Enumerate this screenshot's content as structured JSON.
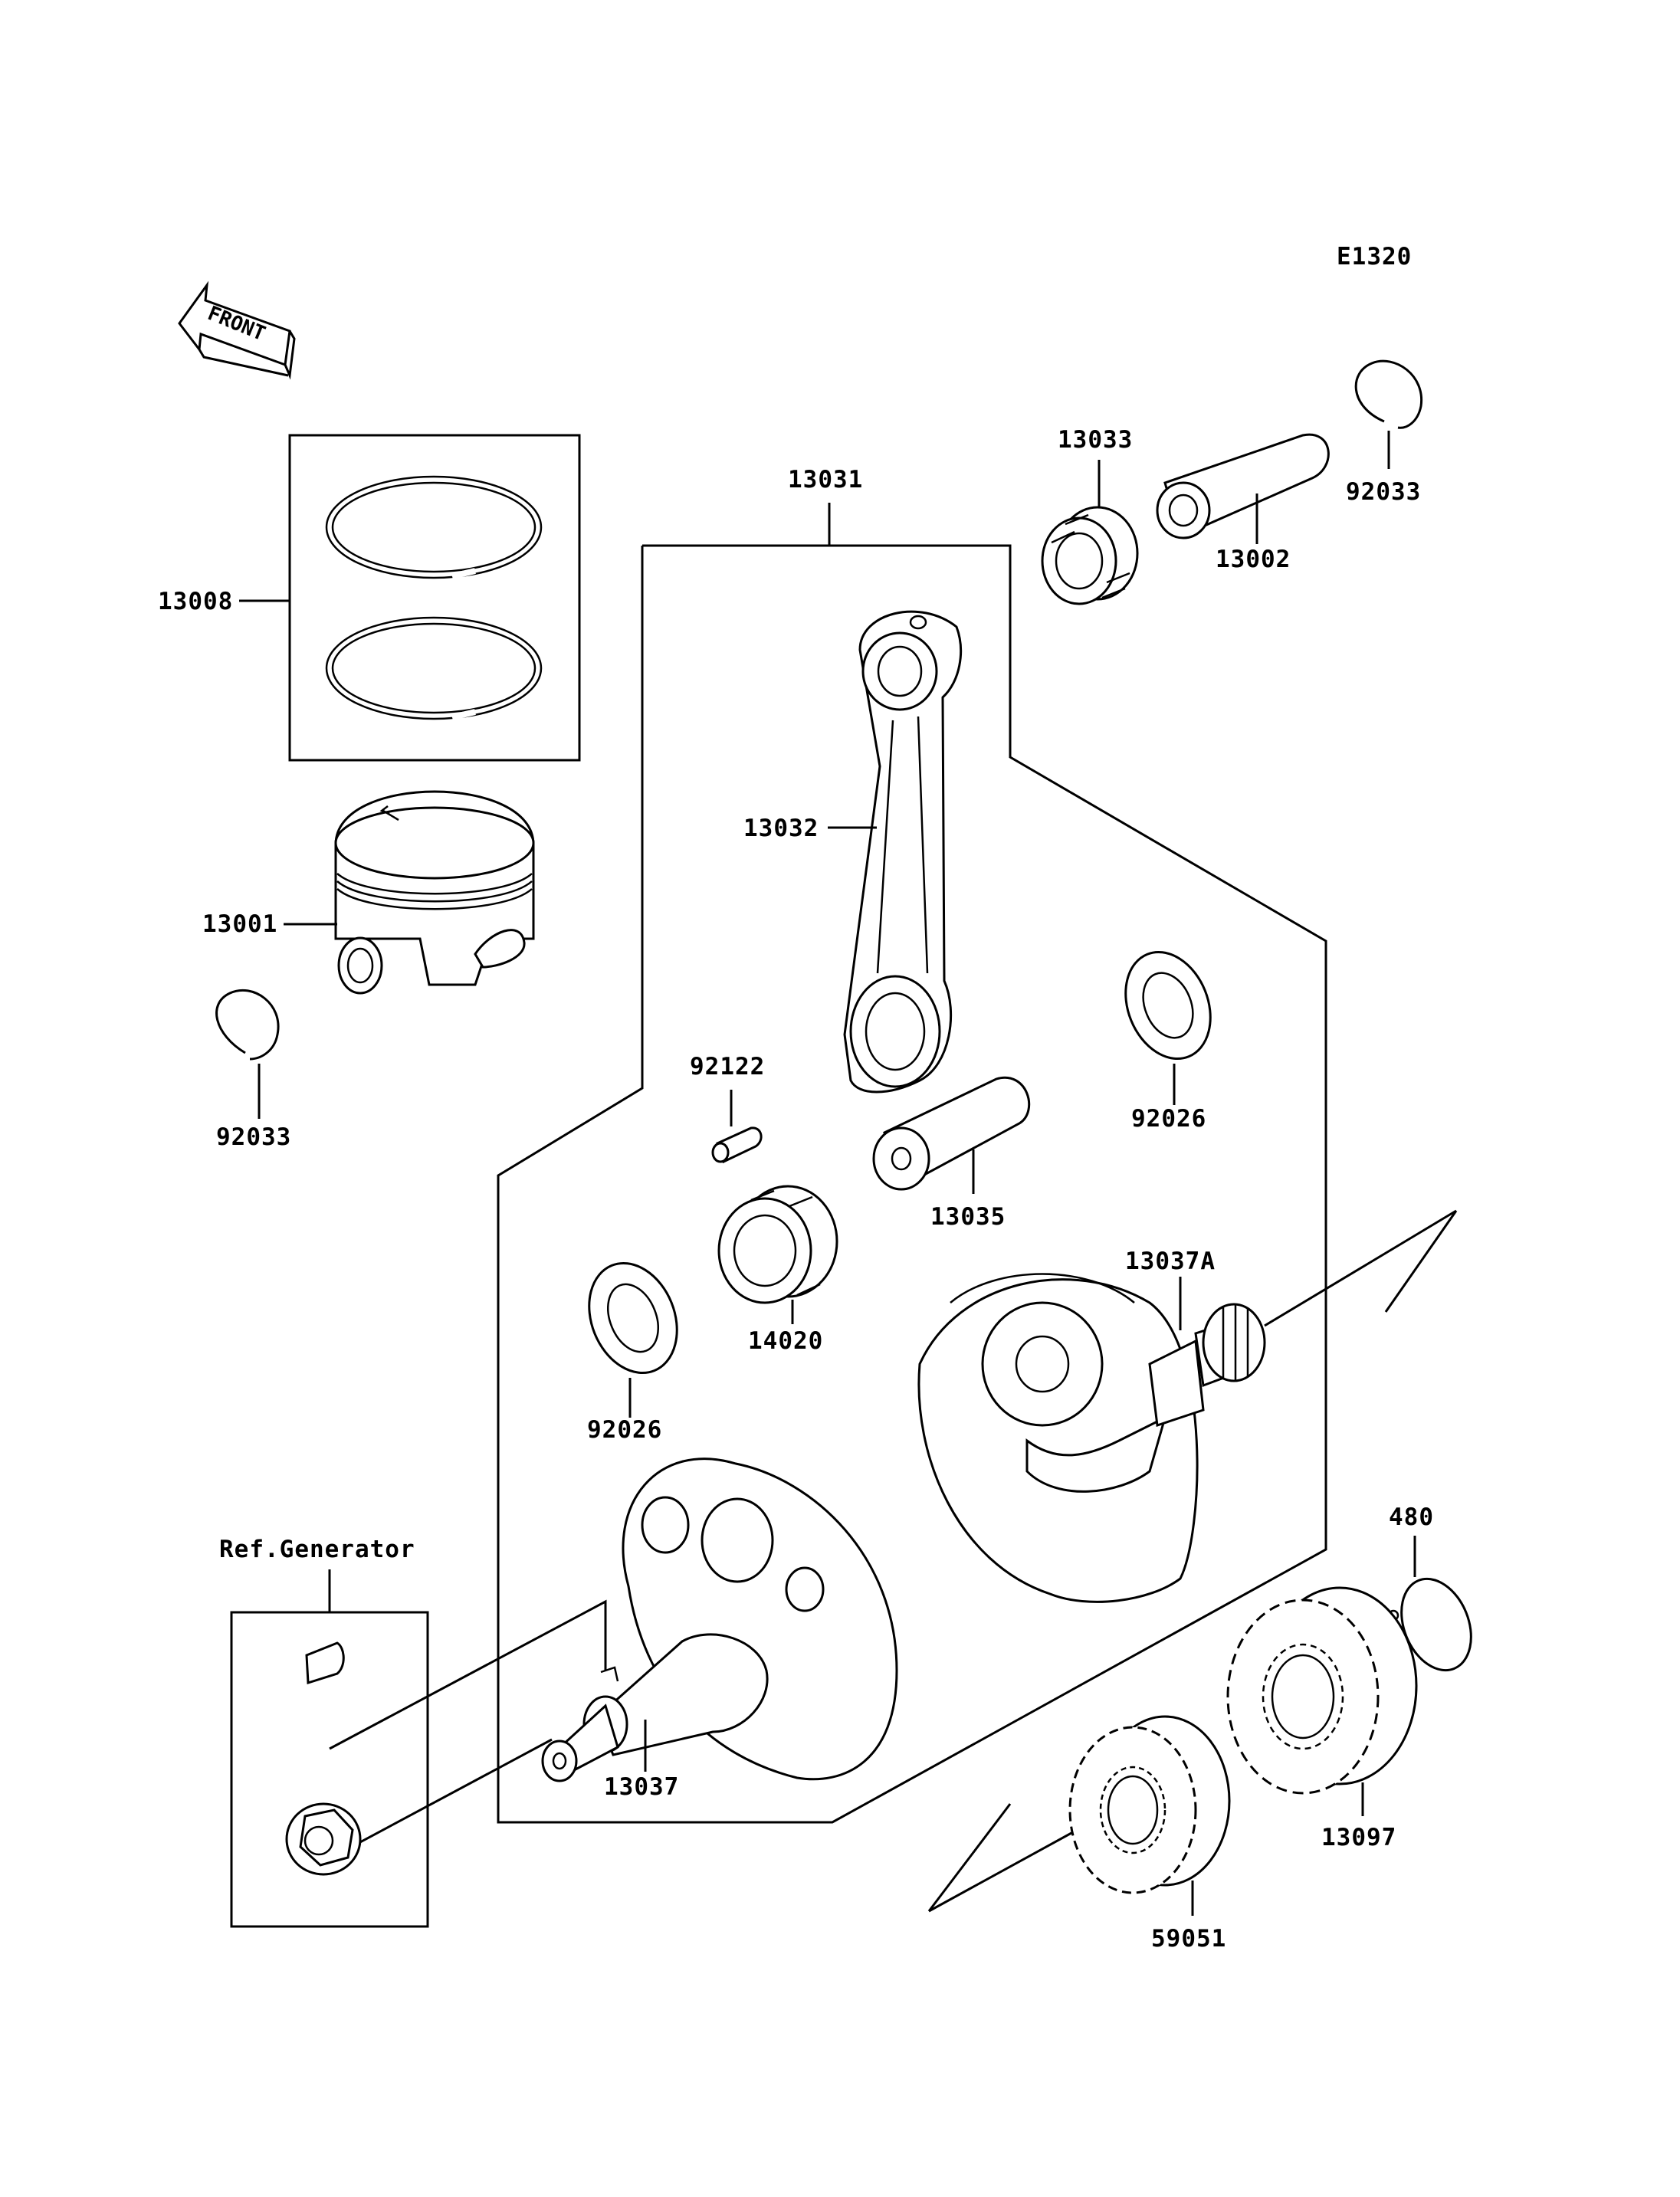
{
  "diagram_code": "E1320",
  "front_label": "FRONT",
  "ref_generator": "Ref.Generator",
  "parts": {
    "p13008": "13008",
    "p13001": "13001",
    "p92033_left": "92033",
    "p13031": "13031",
    "p13033": "13033",
    "p13002": "13002",
    "p92033_right": "92033",
    "p13032": "13032",
    "p92122": "92122",
    "p13035": "13035",
    "p92026_right": "92026",
    "p92026_left": "92026",
    "p14020": "14020",
    "p13037A": "13037A",
    "p13037": "13037",
    "p480": "480",
    "p13097": "13097",
    "p59051": "59051"
  }
}
